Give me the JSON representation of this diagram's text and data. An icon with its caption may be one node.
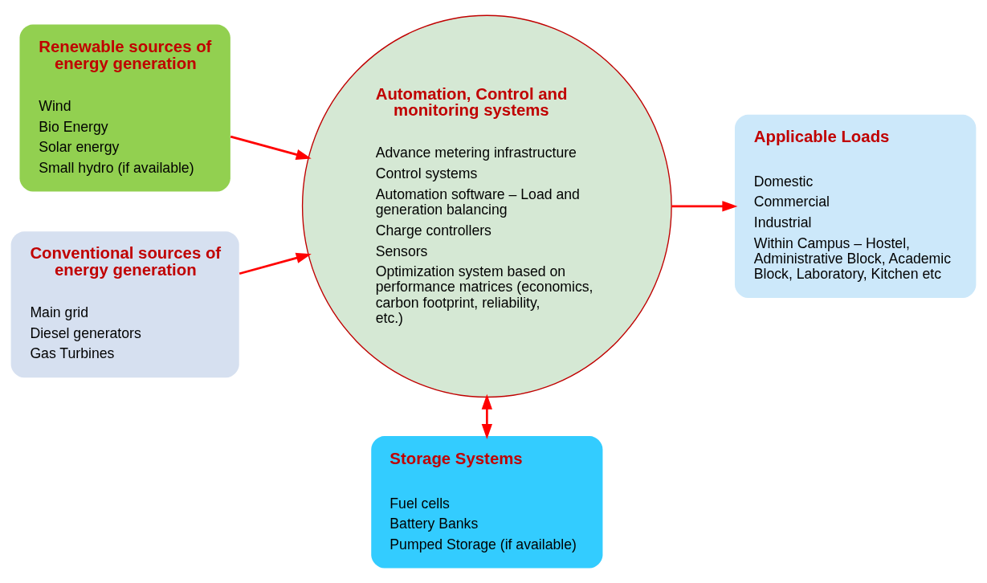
{
  "diagram": {
    "nodes": [
      {
        "text": [
          "Renewable sources of energy generation",
          "Wind",
          "Bio Energy",
          "Solar energy",
          "Small hydro (if available)"
        ]
      },
      {
        "text": [
          "Conventional sources of energy generation",
          "Main grid",
          "Diesel generators",
          "Gas Turbines"
        ]
      },
      {
        "text": [
          "Automation, Control and monitoring systems",
          "Advance metering infrastructure",
          "Control systems",
          "Automation software – Load and generation balancing",
          "Charge controllers",
          "Sensors",
          "Optimization system based on performance matrices (economics, carbon footprint, reliability, etc.)"
        ]
      },
      {
        "text": [
          "Applicable Loads",
          "Domestic",
          "Commercial",
          "Industrial",
          "Within Campus – Hostel, Administrative Block, Academic Block, Laboratory, Kitchen etc"
        ]
      },
      {
        "text": [
          "Storage Systems",
          "Fuel cells",
          "Battery Banks",
          "Pumped Storage (if available)"
        ]
      }
    ],
    "edges": [
      {
        "from": 0,
        "to": 2,
        "arrow": "to"
      },
      {
        "from": 1,
        "to": 2,
        "arrow": "to"
      },
      {
        "from": 2,
        "to": 3,
        "arrow": "to"
      },
      {
        "from": 2,
        "to": 4,
        "arrow": "both"
      }
    ]
  }
}
